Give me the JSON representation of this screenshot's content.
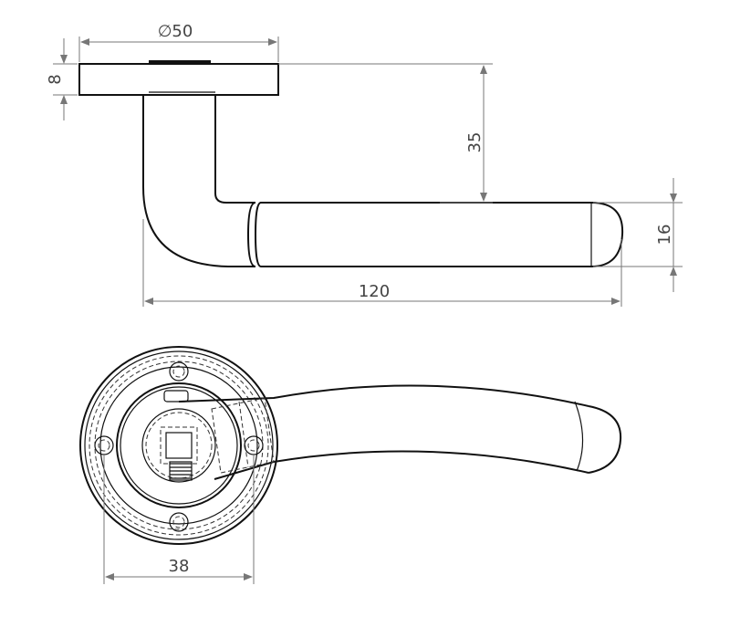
{
  "dimensions": {
    "rose_diameter": "∅50",
    "rose_thickness": "8",
    "lever_height": "35",
    "grip_diameter": "16",
    "lever_length": "120",
    "fixing_centres": "38"
  }
}
